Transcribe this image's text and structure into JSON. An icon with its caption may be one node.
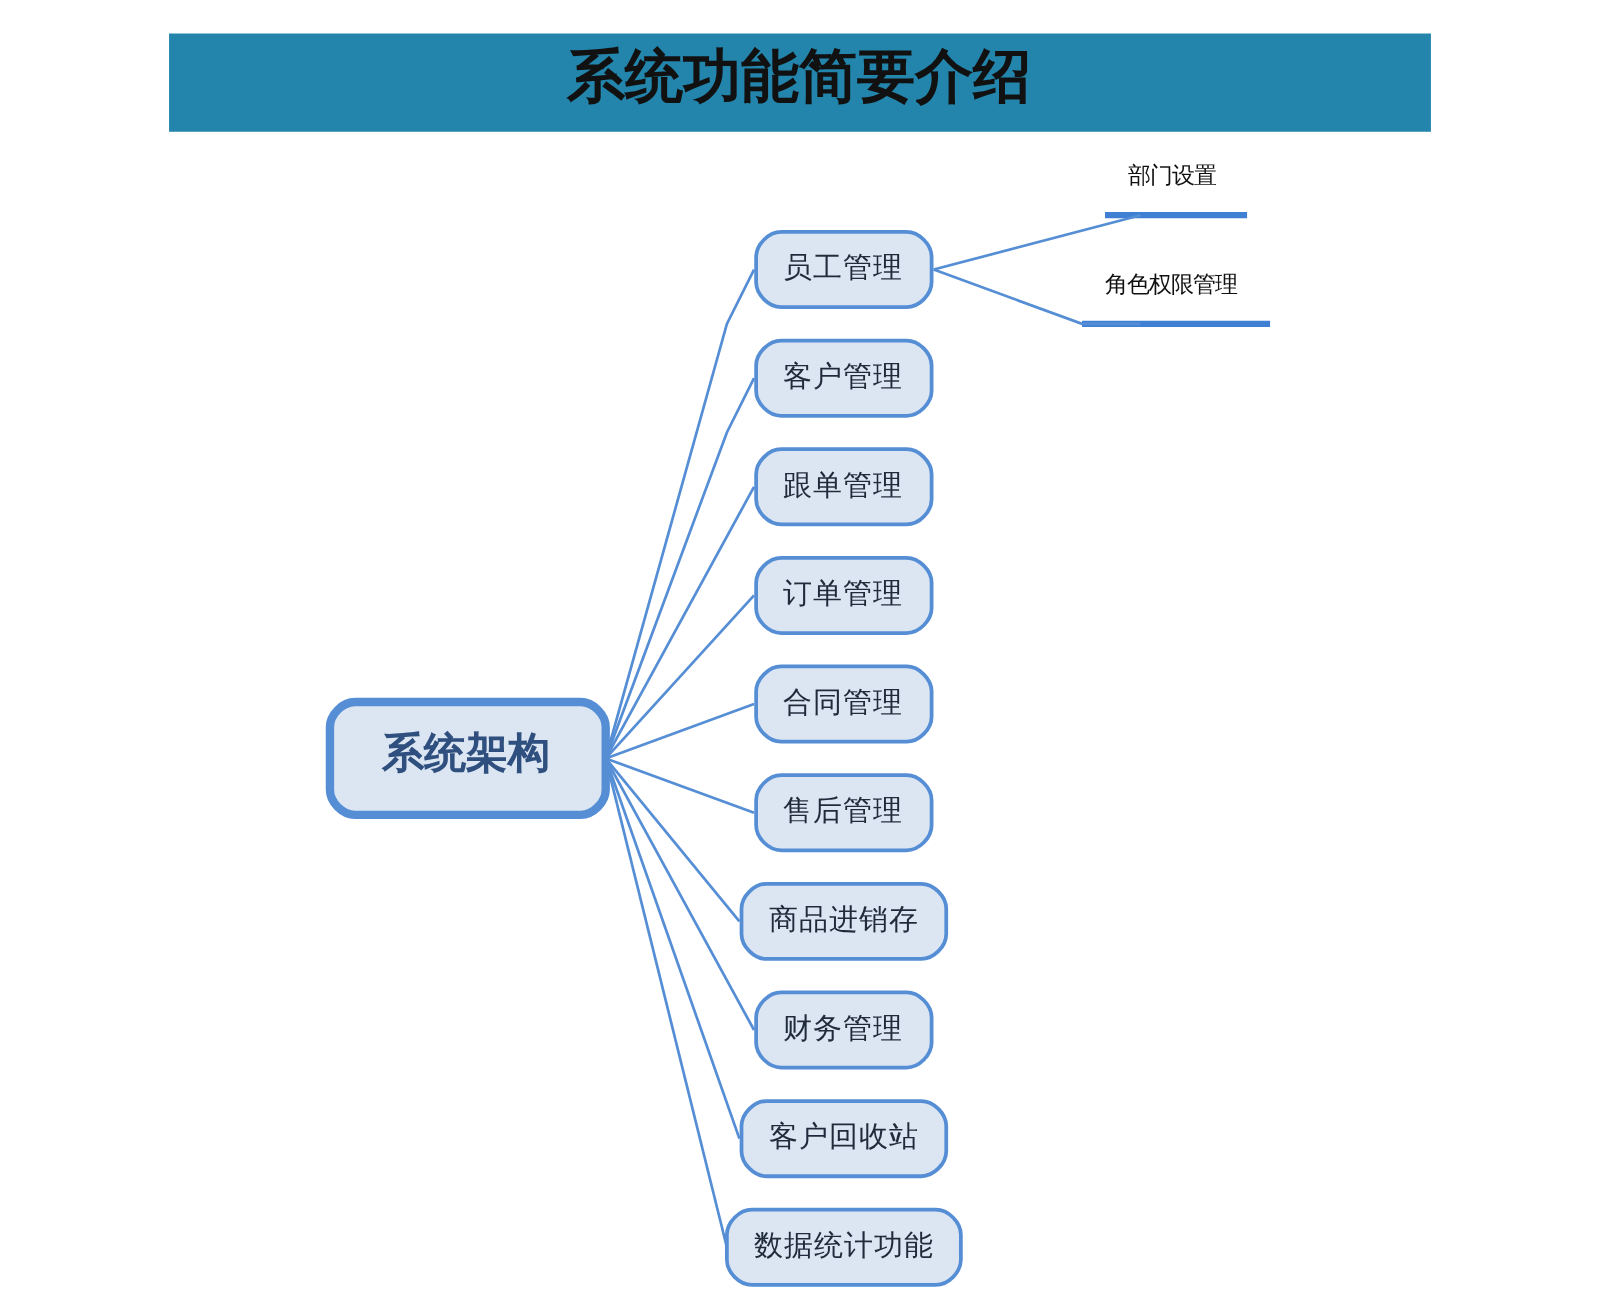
{
  "diagram": {
    "title": "系统功能简要介绍",
    "nodes": [
      {
        "text": [
          "系统架构"
        ]
      },
      {
        "text": [
          "员工管理"
        ]
      },
      {
        "text": [
          "客户管理"
        ]
      },
      {
        "text": [
          "跟单管理"
        ]
      },
      {
        "text": [
          "订单管理"
        ]
      },
      {
        "text": [
          "合同管理"
        ]
      },
      {
        "text": [
          "售后管理"
        ]
      },
      {
        "text": [
          "商品进销存"
        ]
      },
      {
        "text": [
          "财务管理"
        ]
      },
      {
        "text": [
          "客户回收站"
        ]
      },
      {
        "text": [
          "数据统计功能"
        ]
      },
      {
        "text": [
          "部门设置"
        ]
      },
      {
        "text": [
          "角色权限管理"
        ]
      }
    ],
    "edges": [
      {
        "from": 0,
        "to": 1,
        "arrow": "none"
      },
      {
        "from": 0,
        "to": 2,
        "arrow": "none"
      },
      {
        "from": 0,
        "to": 3,
        "arrow": "none"
      },
      {
        "from": 0,
        "to": 4,
        "arrow": "none"
      },
      {
        "from": 0,
        "to": 5,
        "arrow": "none"
      },
      {
        "from": 0,
        "to": 6,
        "arrow": "none"
      },
      {
        "from": 0,
        "to": 7,
        "arrow": "none"
      },
      {
        "from": 0,
        "to": 8,
        "arrow": "none"
      },
      {
        "from": 0,
        "to": 9,
        "arrow": "none"
      },
      {
        "from": 0,
        "to": 10,
        "arrow": "none"
      },
      {
        "from": 1,
        "to": 11,
        "arrow": "none"
      },
      {
        "from": 1,
        "to": 12,
        "arrow": "none"
      }
    ]
  }
}
